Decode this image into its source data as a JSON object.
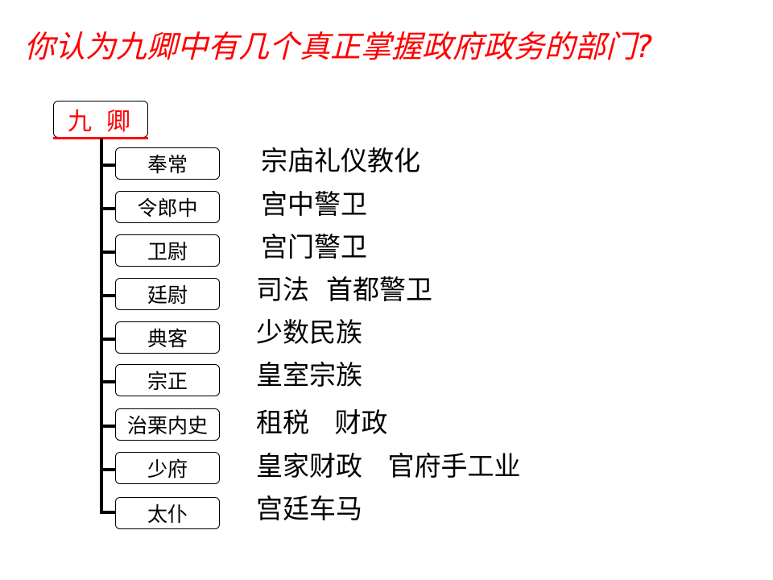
{
  "title": "你认为九卿中有几个真正掌握政府政务的部门?",
  "root": "九卿",
  "offices": [
    {
      "name": "奉常",
      "duty": "宗庙礼仪教化"
    },
    {
      "name": "令郎中",
      "duty": "宫中警卫"
    },
    {
      "name": "卫尉",
      "duty": "宫门警卫"
    },
    {
      "name": "廷尉",
      "duty": "司法  首都警卫"
    },
    {
      "name": "典客",
      "duty": "少数民族"
    },
    {
      "name": "宗正",
      "duty": "皇室宗族"
    },
    {
      "name": "治栗内史",
      "duty": "租税   财政"
    },
    {
      "name": "少府",
      "duty": "皇家财政   官府手工业"
    },
    {
      "name": "太仆",
      "duty": "宫廷车马"
    }
  ],
  "colors": {
    "title": "#ff0000",
    "root_text": "#ff0000",
    "root_underline": "#ff0000",
    "lines": "#000000"
  }
}
